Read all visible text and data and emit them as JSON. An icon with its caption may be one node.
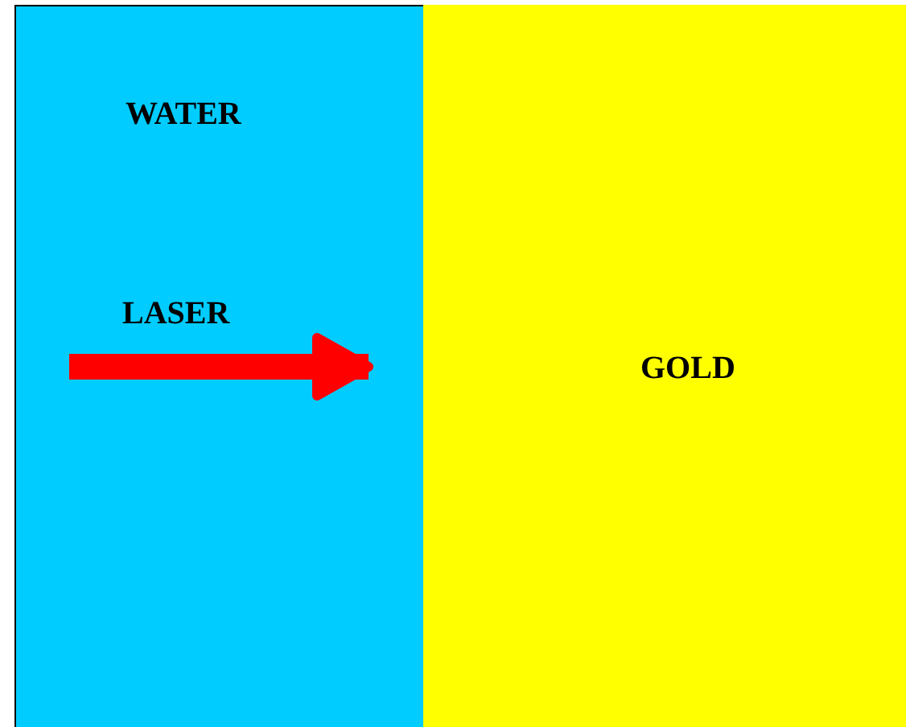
{
  "diagram": {
    "nodes": [
      {
        "text": [
          "WATER"
        ]
      },
      {
        "text": [
          "GOLD"
        ]
      }
    ],
    "edges": [
      {
        "from": 0,
        "to": 1,
        "arrow": "to",
        "label": "LASER",
        "color": "#ff0000"
      }
    ]
  }
}
